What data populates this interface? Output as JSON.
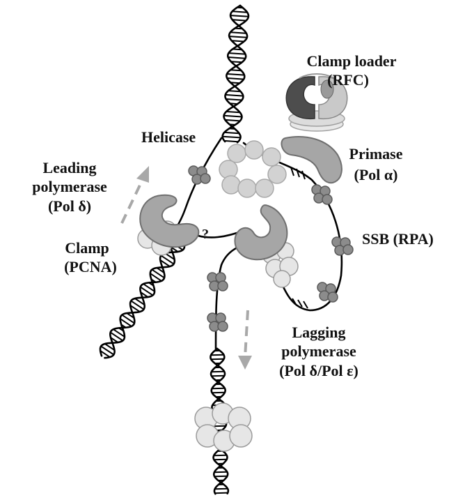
{
  "labels": {
    "clamp_loader": [
      "Clamp loader",
      "(RFC)"
    ],
    "helicase": "Helicase",
    "leading_polymerase": [
      "Leading",
      "polymerase",
      "(Pol δ)"
    ],
    "primase": [
      "Primase",
      "(Pol α)"
    ],
    "clamp": [
      "Clamp",
      "(PCNA)"
    ],
    "ssb": "SSB (RPA)",
    "lagging_polymerase": [
      "Lagging",
      "polymerase",
      "(Pol δ/Pol ε)"
    ],
    "question": "?"
  },
  "colors": {
    "polymerase": "#a6a6a6",
    "helicase": "#d2d2d2",
    "ssb": "#8c8c8c",
    "clamp": "#e6e6e6",
    "clamp_loader_dark": "#4d4d4d",
    "arrow": "#a8a8a8"
  }
}
